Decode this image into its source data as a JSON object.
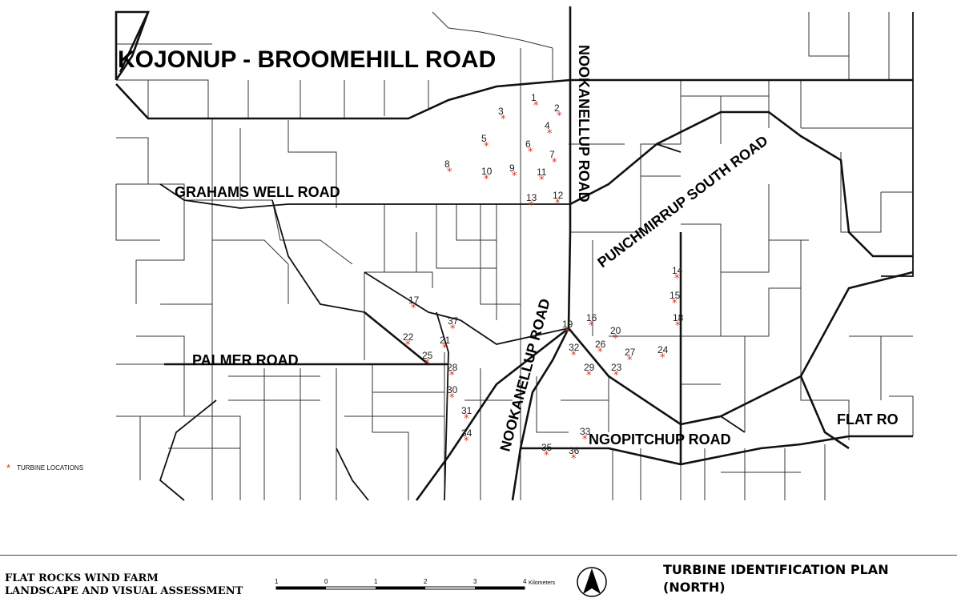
{
  "roads": [
    {
      "label": "KOJONUP - BROOMEHILL ROAD"
    },
    {
      "label": "GRAHAMS WELL ROAD"
    },
    {
      "label": "NOOKANELLUP ROAD"
    },
    {
      "label": "PUNCHMIRRUP SOUTH ROAD"
    },
    {
      "label": "NOOKANELLUP ROAD"
    },
    {
      "label": "PALMER ROAD"
    },
    {
      "label": "NGOPITCHUP ROAD"
    },
    {
      "label": "FLAT RO"
    }
  ],
  "turbines": [
    {
      "id": "1"
    },
    {
      "id": "2"
    },
    {
      "id": "3"
    },
    {
      "id": "4"
    },
    {
      "id": "5"
    },
    {
      "id": "6"
    },
    {
      "id": "7"
    },
    {
      "id": "8"
    },
    {
      "id": "9"
    },
    {
      "id": "10"
    },
    {
      "id": "11"
    },
    {
      "id": "12"
    },
    {
      "id": "13"
    },
    {
      "id": "14"
    },
    {
      "id": "15"
    },
    {
      "id": "16"
    },
    {
      "id": "17"
    },
    {
      "id": "18"
    },
    {
      "id": "19"
    },
    {
      "id": "20"
    },
    {
      "id": "21"
    },
    {
      "id": "22"
    },
    {
      "id": "23"
    },
    {
      "id": "24"
    },
    {
      "id": "25"
    },
    {
      "id": "26"
    },
    {
      "id": "27"
    },
    {
      "id": "28"
    },
    {
      "id": "29"
    },
    {
      "id": "30"
    },
    {
      "id": "31"
    },
    {
      "id": "32"
    },
    {
      "id": "33"
    },
    {
      "id": "34"
    },
    {
      "id": "35"
    },
    {
      "id": "36"
    },
    {
      "id": "37"
    }
  ],
  "legend": {
    "label": "TURBINE LOCATIONS",
    "symbol": "*"
  },
  "footer": {
    "project_line1": "FLAT ROCKS WIND FARM",
    "project_line2": "LANDSCAPE AND VISUAL ASSESSMENT",
    "title_line1": "TURBINE IDENTIFICATION PLAN",
    "title_line2": "(NORTH)"
  },
  "scale": {
    "ticks": [
      "1",
      "0",
      "1",
      "2",
      "3",
      "4"
    ],
    "unit": "Kilometers"
  },
  "colors": {
    "turbine": "#e0301e",
    "road": "#111111",
    "boundary": "#222222"
  }
}
